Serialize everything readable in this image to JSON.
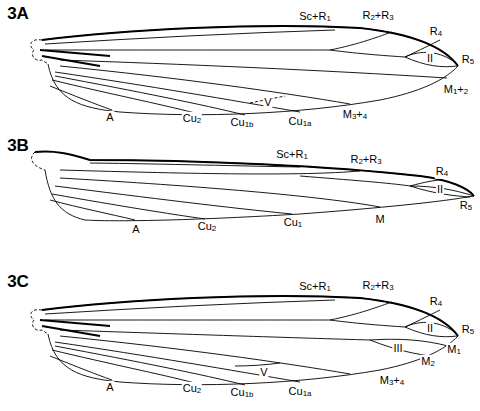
{
  "diagram": {
    "labels": [
      "3A",
      "Sc+R1",
      "R2+R3",
      "R4",
      "II",
      "R5",
      "M1+2",
      "M3+4",
      "Cu1a",
      "Cu1b",
      "Cu2",
      "A",
      "V",
      "3B",
      "Sc+R1",
      "R2+R3",
      "R4",
      "II",
      "R5",
      "M",
      "Cu1",
      "Cu2",
      "A",
      "3C",
      "Sc+R1",
      "R2+R3",
      "R4",
      "II",
      "R5",
      "M1",
      "M2",
      "III",
      "M3+4",
      "Cu1a",
      "V",
      "Cu1b",
      "Cu2",
      "A"
    ]
  }
}
